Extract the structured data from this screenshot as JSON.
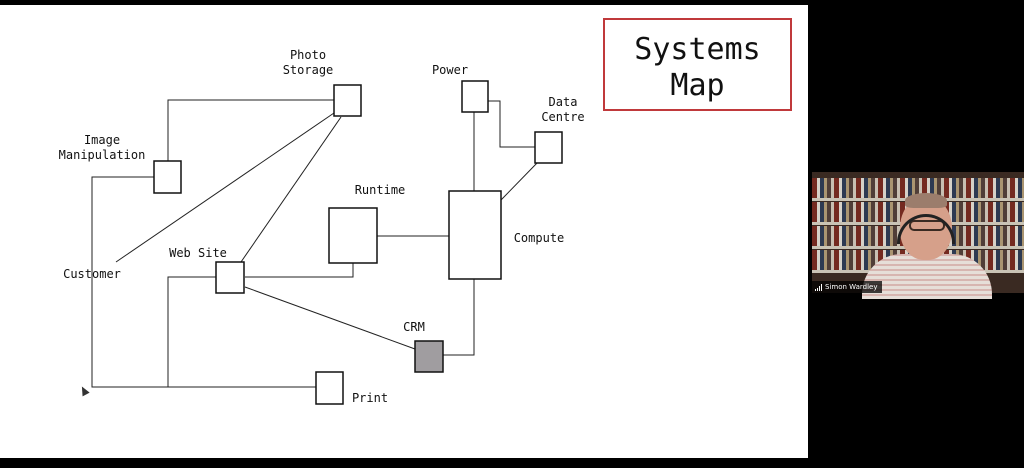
{
  "slide": {
    "title_line1": "Systems",
    "title_line2": "Map",
    "title_border_color": "#c0393b",
    "nodes": {
      "photo_storage": "Photo\nStorage",
      "power": "Power",
      "data_centre": "Data\nCentre",
      "image_manipulation": "Image\nManipulation",
      "runtime": "Runtime",
      "compute": "Compute",
      "customer": "Customer",
      "web_site": "Web Site",
      "crm": "CRM",
      "print": "Print"
    },
    "crm_fill_color": "#a09da0"
  },
  "video": {
    "participant_name": "Simon Wardley",
    "signal_icon": "signal-bars-icon"
  }
}
